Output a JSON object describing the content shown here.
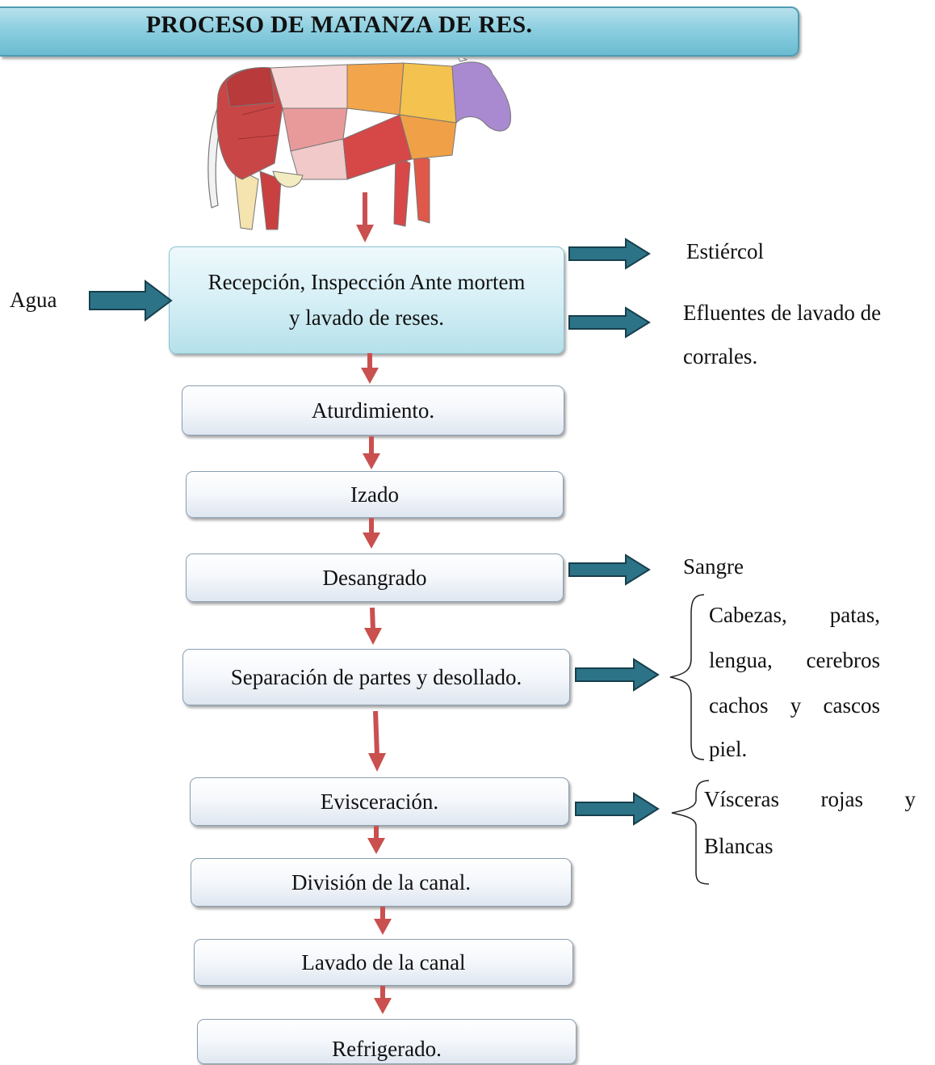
{
  "title": "PROCESO DE MATANZA DE RES.",
  "steps": [
    {
      "label": "Recepción, Inspección Ante mortem y lavado de reses."
    },
    {
      "label": "Aturdimiento."
    },
    {
      "label": "Izado"
    },
    {
      "label": "Desangrado"
    },
    {
      "label": "Separación de partes y desollado."
    },
    {
      "label": "Evisceración."
    },
    {
      "label": "División de la canal."
    },
    {
      "label": "Lavado de la canal"
    },
    {
      "label": "Refrigerado."
    }
  ],
  "inputs": {
    "water": "Agua"
  },
  "outputs": {
    "manure": "Estiércol",
    "effluents_line1": "Efluentes de lavado de",
    "effluents_line2": "corrales.",
    "blood": "Sangre",
    "parts_line1": "Cabezas, patas,",
    "parts_line2": "lengua, cerebros",
    "parts_line3": "cachos y cascos",
    "parts_line4": "piel.",
    "viscera_line1": "Vísceras rojas y",
    "viscera_line2": "Blancas"
  },
  "colors": {
    "flow_arrow": "#c9504f",
    "side_arrow": "#2d7388",
    "side_arrow_border": "#173f4c",
    "title_bar": "#8ccfe0"
  },
  "icons": {
    "cow": "beef-cuts-cow-icon"
  }
}
